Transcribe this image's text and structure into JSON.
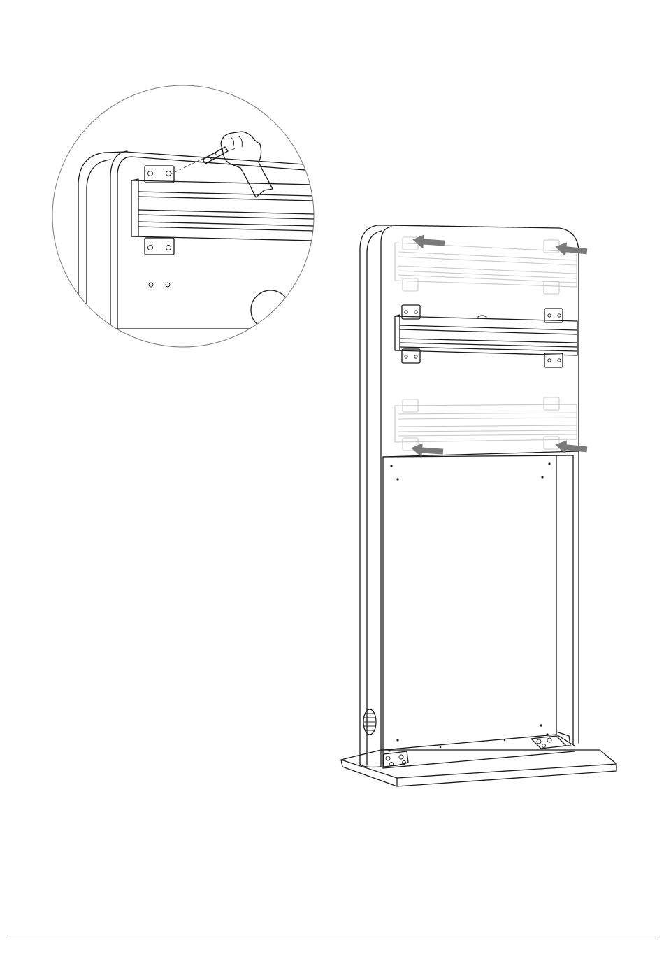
{
  "illustration": {
    "subject": "floor-standing-display-kiosk",
    "step": "attach-mounting-rails-to-back-panel",
    "detail_view": "screw-fastening-of-rail-bracket",
    "arrow_icon": "arrow-left-icon",
    "rail_count": 3
  },
  "colors": {
    "line": "#1a1a1a",
    "ghost": "#c8c8c8",
    "arrow": "#7a7a7a",
    "background": "#ffffff",
    "footer_rule": "#7a7a7a"
  }
}
